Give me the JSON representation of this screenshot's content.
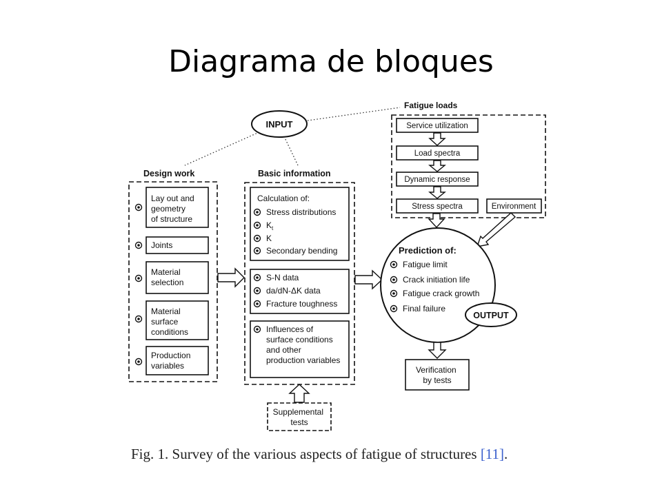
{
  "slide": {
    "title": "Diagrama de bloques"
  },
  "diagram": {
    "input_label": "INPUT",
    "output_label": "OUTPUT",
    "fatigue_loads": {
      "title": "Fatigue loads",
      "steps": [
        "Service utilization",
        "Load spectra",
        "Dynamic response",
        "Stress spectra"
      ],
      "environment": "Environment"
    },
    "design_work": {
      "title": "Design work",
      "items": [
        [
          "Lay out and",
          "geometry",
          "of structure"
        ],
        [
          "Joints"
        ],
        [
          "Material",
          "selection"
        ],
        [
          "Material",
          "surface",
          "conditions"
        ],
        [
          "Production",
          "variables"
        ]
      ]
    },
    "basic_information": {
      "title": "Basic information",
      "calc_header": "Calculation of:",
      "calc_items": [
        "Stress distributions",
        "K",
        "K",
        "Secondary bending"
      ],
      "kt_subscript": "t",
      "data_items": [
        "S-N data",
        "da/dN-ΔK data",
        "Fracture toughness"
      ],
      "influences": [
        "Influences of",
        "surface conditions",
        "and other",
        "production variables"
      ]
    },
    "prediction": {
      "title": "Prediction of:",
      "items": [
        "Fatigue limit",
        "Crack initiation life",
        "Fatigue crack growth",
        "Final failure"
      ]
    },
    "verification": [
      "Verification",
      "by tests"
    ],
    "supplemental": [
      "Supplemental",
      "tests"
    ]
  },
  "caption": {
    "text": "Fig. 1.    Survey of the various aspects of fatigue of structures ",
    "ref": "[11]",
    "end": "."
  }
}
